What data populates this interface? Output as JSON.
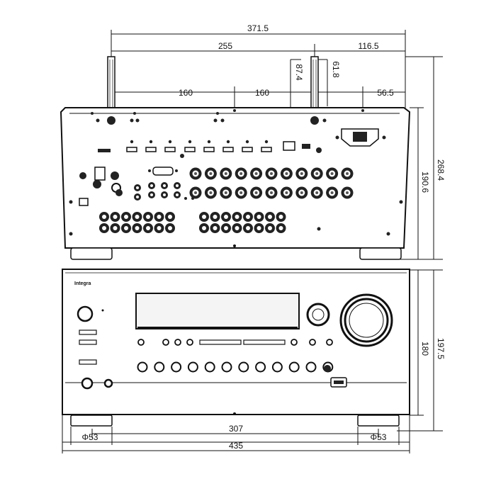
{
  "dimensions": {
    "top_width": "371.5",
    "antenna_offset_left": "255",
    "antenna_offset_right": "116.5",
    "antenna_height_1": "87.4",
    "antenna_height_2": "61.8",
    "rear_spacing_1": "160",
    "rear_spacing_2": "160",
    "rear_spacing_3": "56.5",
    "rear_height": "190.6",
    "total_depth_height": "268.4",
    "front_height": "180",
    "front_total_height": "197.5",
    "foot_spacing": "307",
    "total_width": "435",
    "foot_diameter_left": "Φ53",
    "foot_diameter_right": "Φ53"
  },
  "front_panel": {
    "brand": "Integra"
  },
  "colors": {
    "line": "#111111",
    "connector_dark": "#222222",
    "connector_fill": "#555555",
    "display": "#f2f2f2"
  }
}
